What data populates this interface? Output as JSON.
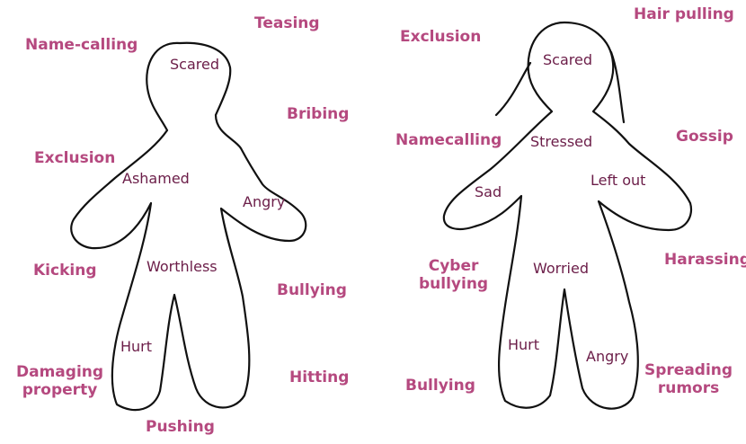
{
  "left_figure": {
    "outer_labels": {
      "name_calling": "Name-calling",
      "teasing": "Teasing",
      "bribing": "Bribing",
      "exclusion": "Exclusion",
      "kicking": "Kicking",
      "bullying": "Bullying",
      "damaging_property_line1": "Damaging",
      "damaging_property_line2": "property",
      "hitting": "Hitting",
      "pushing": "Pushing"
    },
    "feelings": {
      "scared": "Scared",
      "ashamed": "Ashamed",
      "angry": "Angry",
      "worthless": "Worthless",
      "hurt": "Hurt"
    }
  },
  "right_figure": {
    "outer_labels": {
      "exclusion": "Exclusion",
      "hair_pulling": "Hair pulling",
      "namecalling": "Namecalling",
      "gossip": "Gossip",
      "cyber_bullying_line1": "Cyber",
      "cyber_bullying_line2": "bullying",
      "harassing": "Harassing",
      "bullying": "Bullying",
      "spreading_rumors_line1": "Spreading",
      "spreading_rumors_line2": "rumors"
    },
    "feelings": {
      "scared": "Scared",
      "stressed": "Stressed",
      "sad": "Sad",
      "left_out": "Left out",
      "worried": "Worried",
      "hurt": "Hurt",
      "angry": "Angry"
    }
  },
  "colors": {
    "outer_label": "#b5497f",
    "feeling_label": "#6b1d48",
    "outline": "#111111"
  }
}
